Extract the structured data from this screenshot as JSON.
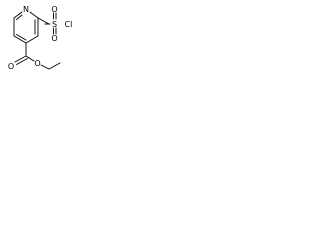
{
  "structure": {
    "atoms": {
      "ring_nitrogen": "N",
      "sulfur": "S",
      "sulfonyl_oxygen_top": "O",
      "sulfonyl_oxygen_bottom": "O",
      "chlorine": "Cl",
      "carbonyl_oxygen": "O",
      "ester_oxygen": "O"
    },
    "colors": {
      "bond": "#000000",
      "label": "#000000",
      "background": "#ffffff"
    }
  }
}
